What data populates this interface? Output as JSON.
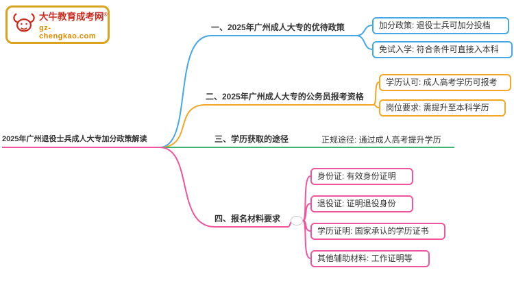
{
  "logo": {
    "site_name": "大牛教育成考网",
    "reg_mark": "®",
    "site_url": "gz-chengkao.com"
  },
  "root": {
    "label": "2025年广州退役士兵成人大专加分政策解读"
  },
  "branches": [
    {
      "label": "一、2025年广州成人大专的优待政策",
      "color": "#45a7e6",
      "children": [
        "加分政策: 退役士兵可加分投档",
        "免试入学: 符合条件可直接入本科"
      ]
    },
    {
      "label": "二、2025年广州成人大专的公务员报考资格",
      "color": "#f5a623",
      "children": [
        "学历认可: 成人高考学历可报考",
        "岗位要求: 需提升至本科学历"
      ]
    },
    {
      "label": "三、学历获取的途径",
      "color": "#3cb371",
      "children": [
        "正规途径: 通过成人高考提升学历"
      ]
    },
    {
      "label": "四、报名材料要求",
      "color": "#f0549e",
      "children": [
        "身份证: 有效身份证明",
        "退役证: 证明退役身份",
        "学历证明: 国家承认的学历证书",
        "其他辅助材料: 工作证明等"
      ]
    }
  ],
  "colors": {
    "root_underline": "#f0549e",
    "logo_border": "#d9a31d",
    "logo_red": "#cc2a1e",
    "logo_gold": "#e08a00"
  }
}
